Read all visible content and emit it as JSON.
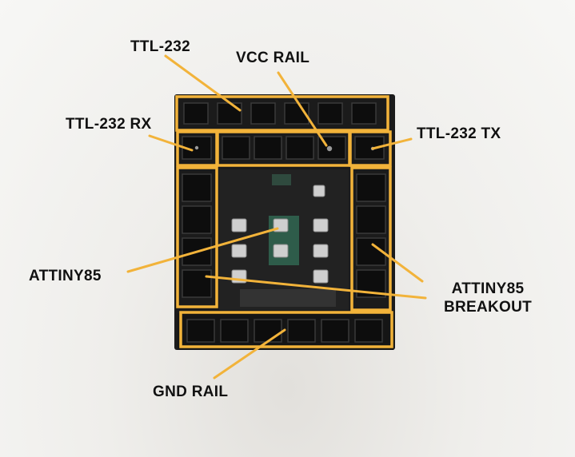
{
  "labels": {
    "ttl232": "TTL-232",
    "vcc_rail": "VCC RAIL",
    "ttl232_rx": "TTL-232 RX",
    "ttl232_tx": "TTL-232 TX",
    "attiny85": "ATTINY85",
    "breakout_line1": "ATTINY85",
    "breakout_line2": "BREAKOUT",
    "gnd_rail": "GND RAIL"
  },
  "colors": {
    "outline": "#f2b33a",
    "pointer_line": "#f2b33a",
    "header_body": "#1c1c1c",
    "label_text": "#111111"
  }
}
